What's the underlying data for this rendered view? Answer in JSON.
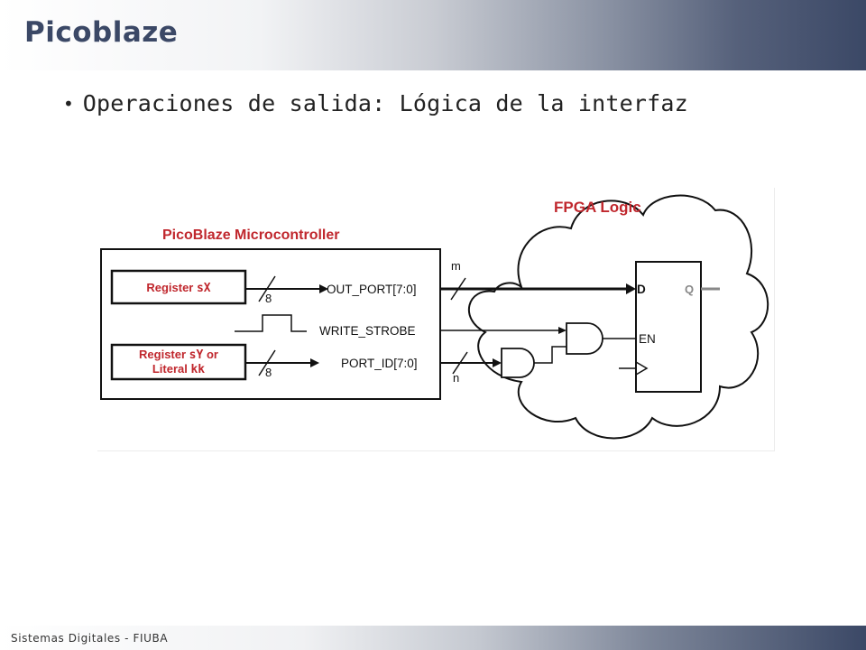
{
  "slide": {
    "title": "Picoblaze",
    "bullet": "Operaciones de salida: Lógica de la interfaz",
    "footer": "Sistemas Digitales - FIUBA",
    "colors": {
      "title": "#3b4866",
      "diagram_red": "#c0272d"
    }
  },
  "diagram": {
    "fpga_label": "FPGA Logic",
    "mc_label": "PicoBlaze Microcontroller",
    "reg_sx_a": "Register ",
    "reg_sx_b": "sX",
    "reg_sy_l1a": "Register ",
    "reg_sy_l1b": "sY",
    "reg_sy_l1c": " or",
    "reg_sy_l2a": "Literal ",
    "reg_sy_l2b": "kk",
    "bus_width_top": "8",
    "bus_width_bottom": "8",
    "out_port": "OUT_PORT[7:0]",
    "write_strobe": "WRITE_STROBE",
    "port_id": "PORT_ID[7:0]",
    "m_label": "m",
    "n_label": "n",
    "ff_d": "D",
    "ff_q": "Q",
    "ff_en": "EN"
  }
}
